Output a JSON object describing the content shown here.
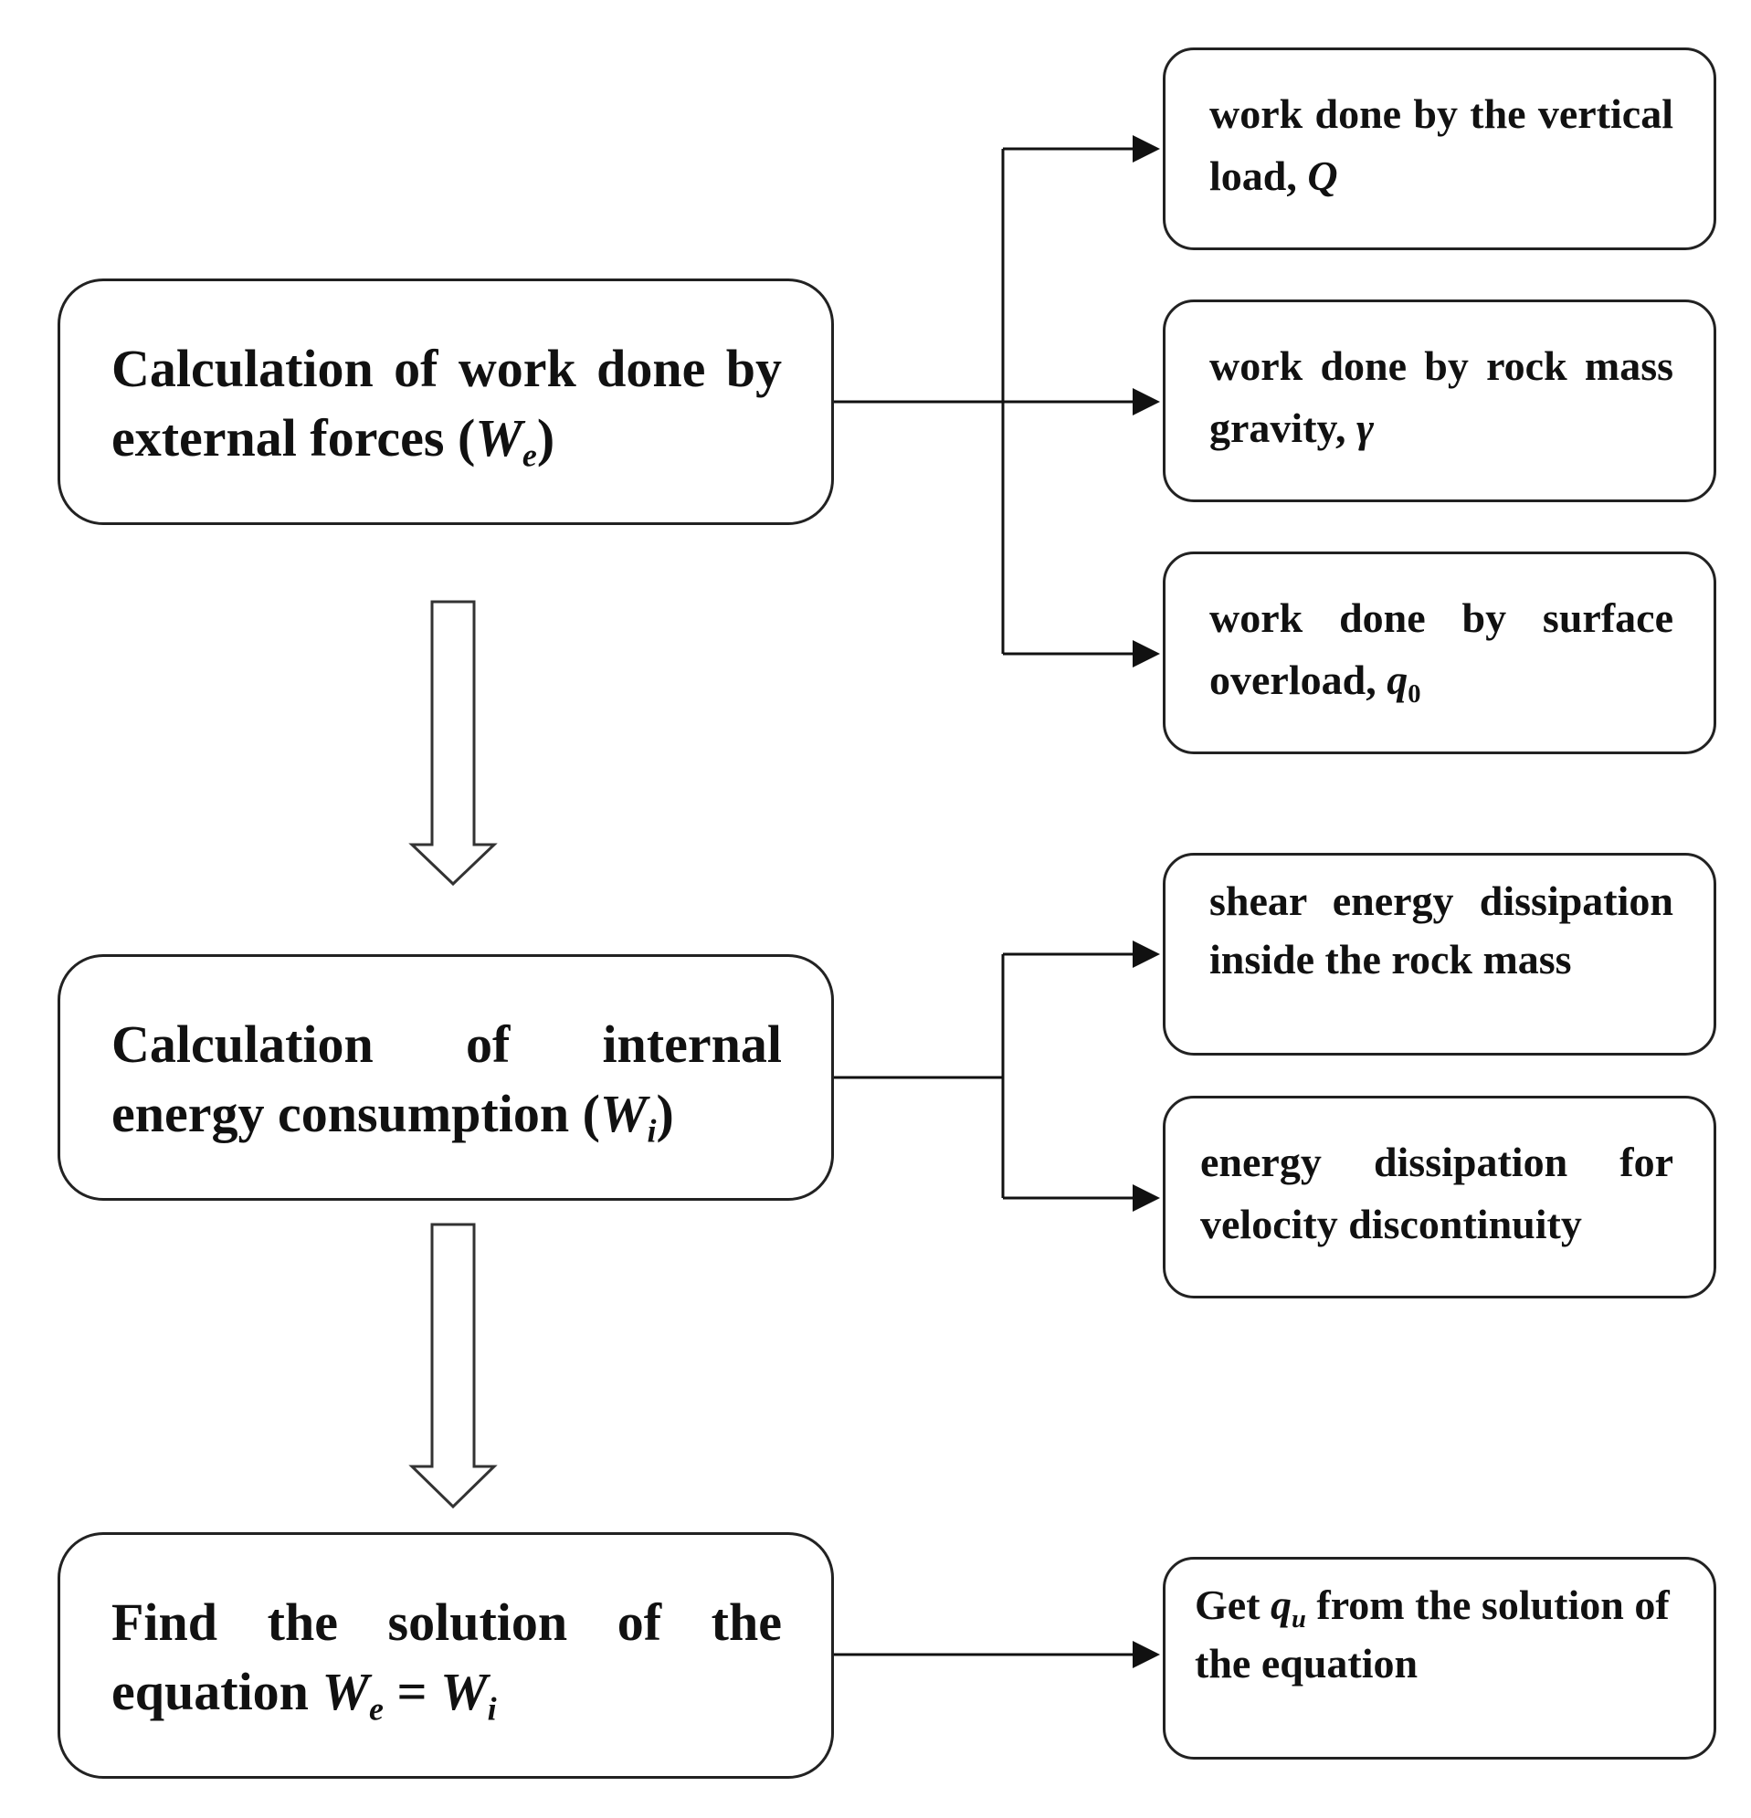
{
  "diagram": {
    "steps": [
      {
        "text": "Calculation of work done by external forces",
        "math_open": "(",
        "math_symbol": "W",
        "math_sub": "e",
        "math_close": ")"
      },
      {
        "text": "Calculation of internal energy consumption",
        "math_open": "(",
        "math_symbol": "W",
        "math_sub": "i",
        "math_close": ")"
      },
      {
        "text": "Find the solution of the equation",
        "lhs_symbol": "W",
        "lhs_sub": "e",
        "operator": "=",
        "rhs_symbol": "W",
        "rhs_sub": "i"
      }
    ],
    "external_work_terms": [
      {
        "text": "work done by the vertical load,",
        "math_symbol": "Q"
      },
      {
        "text": "work done by rock mass gravity,",
        "math_symbol": "γ"
      },
      {
        "text": "work done by surface overload,",
        "math_symbol": "q",
        "math_sub": "0"
      }
    ],
    "internal_energy_terms": [
      {
        "text": "shear energy dissipation inside the rock mass"
      },
      {
        "text": "energy dissipation for velocity discontinuity"
      }
    ],
    "result": {
      "prefix": "Get",
      "math_symbol": "q",
      "math_sub": "u",
      "suffix": "from the solution of the equation"
    },
    "colors": {
      "line": "#111111",
      "box_border": "#222222",
      "hollow_arrow": "#333333",
      "background": "#ffffff"
    }
  }
}
